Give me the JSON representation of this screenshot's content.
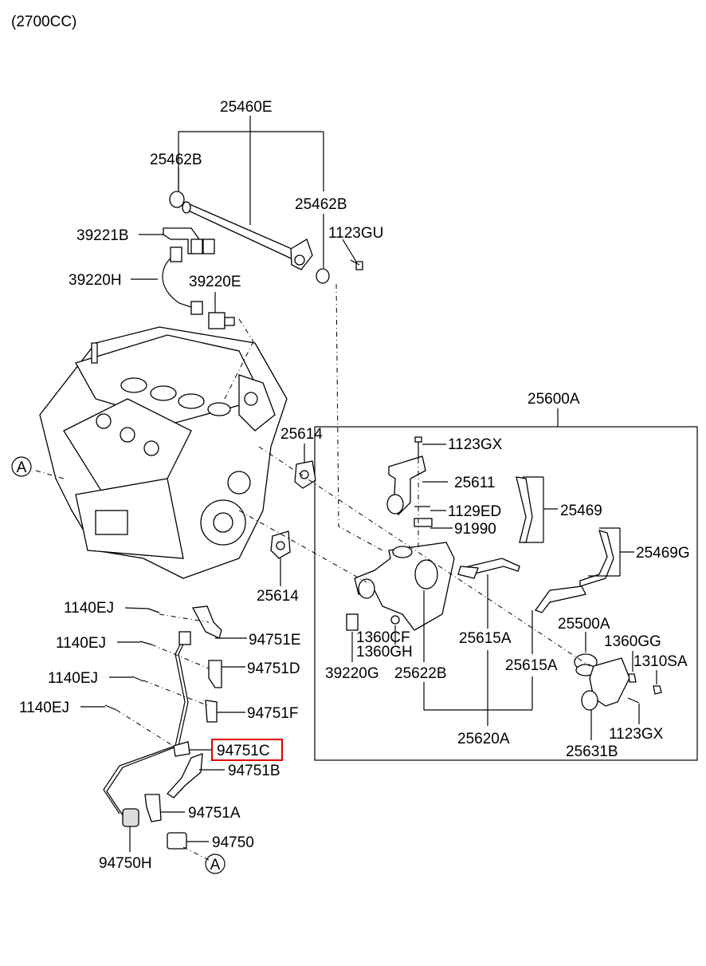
{
  "header": "(2700CC)",
  "labels": {
    "p25460E": "25460E",
    "p25462B_a": "25462B",
    "p25462B_b": "25462B",
    "p1123GU": "1123GU",
    "p39221B": "39221B",
    "p39220H": "39220H",
    "p39220E": "39220E",
    "p25600A": "25600A",
    "p25614_a": "25614",
    "p25614_b": "25614",
    "p1123GX_a": "1123GX",
    "p25611": "25611",
    "p1129ED": "1129ED",
    "p91990": "91990",
    "p25469": "25469",
    "p25469G": "25469G",
    "p25500A": "25500A",
    "p1360GG": "1360GG",
    "p1310SA": "1310SA",
    "p1360CF": "1360CF",
    "p1360GH": "1360GH",
    "p25615A_a": "25615A",
    "p25615A_b": "25615A",
    "p39220G": "39220G",
    "p25622B": "25622B",
    "p25620A": "25620A",
    "p1123GX_b": "1123GX",
    "p25631B": "25631B",
    "p1140EJ_a": "1140EJ",
    "p1140EJ_b": "1140EJ",
    "p1140EJ_c": "1140EJ",
    "p1140EJ_d": "1140EJ",
    "p94751E": "94751E",
    "p94751D": "94751D",
    "p94751F": "94751F",
    "p94751C": "94751C",
    "p94751B": "94751B",
    "p94751A": "94751A",
    "p94750": "94750",
    "p94750H": "94750H",
    "refA_1": "A",
    "refA_2": "A"
  },
  "highlight_color": "#e00000"
}
